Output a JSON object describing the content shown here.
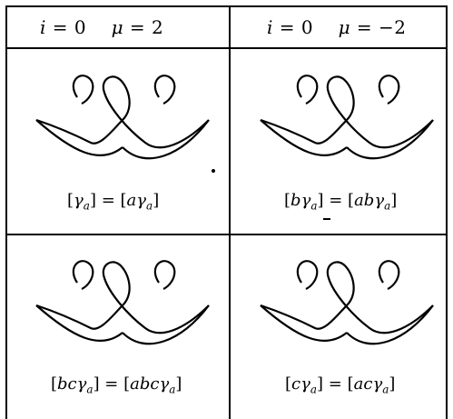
{
  "headers": [
    {
      "index_symbol": "i",
      "index_value": "0",
      "mu_symbol": "μ",
      "mu_value": "2"
    },
    {
      "index_symbol": "i",
      "index_value": "0",
      "mu_symbol": "μ",
      "mu_value": "−2"
    }
  ],
  "cells": [
    {
      "lhs_prefix": "",
      "rhs_prefix": "a",
      "gamma": "γ",
      "sub": "a",
      "arrow_direction": "outward"
    },
    {
      "lhs_prefix": "b",
      "rhs_prefix": "ab",
      "gamma": "γ",
      "sub": "a",
      "arrow_direction": "inward"
    },
    {
      "lhs_prefix": "bc",
      "rhs_prefix": "abc",
      "gamma": "γ",
      "sub": "a",
      "arrow_direction": "down"
    },
    {
      "lhs_prefix": "c",
      "rhs_prefix": "ac",
      "gamma": "γ",
      "sub": "a",
      "arrow_direction": "up"
    }
  ]
}
